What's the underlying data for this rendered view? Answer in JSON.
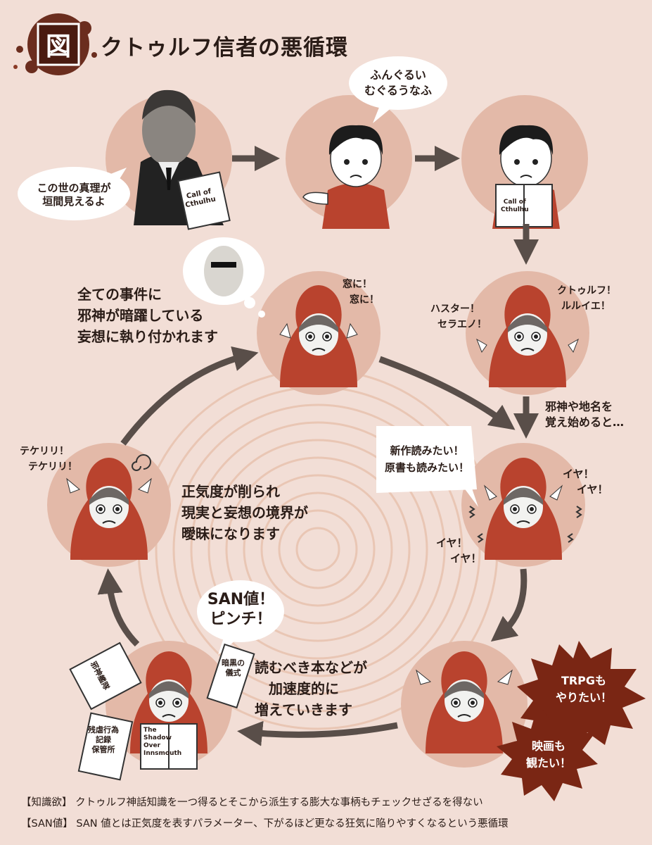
{
  "header": {
    "badge": "図",
    "title": "クトゥルフ信者の悪循環"
  },
  "bubbles": {
    "truth": [
      "この世の真理が",
      "垣間見えるよ"
    ],
    "chant": [
      "ふんぐるい",
      "むぐるうなふ"
    ],
    "newwork": [
      "新作読みたい！",
      "原書も読みたい！"
    ],
    "san": [
      "SAN値！",
      "ピンチ！"
    ],
    "trpg": [
      "TRPGも",
      "やりたい！"
    ],
    "movie": [
      "映画も",
      "観たい！"
    ]
  },
  "shouts": {
    "window": [
      "窓に！",
      "窓に！"
    ],
    "hastur": [
      "ハスター！",
      "セラエノ！"
    ],
    "cthulhu": [
      "クトゥルフ！",
      "ルルイエ！"
    ],
    "tekeli": [
      "テケリリ！",
      "テケリリ！"
    ],
    "iya_right": [
      "イヤ！",
      "イヤ！"
    ],
    "iya_left": [
      "イヤ！",
      "イヤ！"
    ]
  },
  "captions": {
    "delusion": [
      "全ての事件に",
      "邪神が暗躍している",
      "妄想に執り付かれます"
    ],
    "sanity": [
      "正気度が削られ",
      "現実と妄想の境界が",
      "曖昧になります"
    ],
    "books": [
      "読むべき本などが",
      "加速度的に",
      "増えていきます"
    ],
    "memorize": [
      "邪神や地名を",
      "覚え始めると…"
    ]
  },
  "book_titles": {
    "call1": [
      "Call of",
      "Cthulhu"
    ],
    "call2": [
      "Call of",
      "Cthulhu"
    ],
    "shadow": [
      "The",
      "Shadow",
      "Over",
      "Innsmouth"
    ],
    "jashin": "邪神艦隊",
    "ankoku": [
      "暗黒の",
      "儀式"
    ],
    "zanko": [
      "残虐行為",
      "記録",
      "保管所"
    ]
  },
  "footer": {
    "line1_tag": "【知識欲】",
    "line1_text": "クトゥルフ神話知識を一つ得るとそこから派生する膨大な事柄もチェックせざるを得ない",
    "line2_tag": "【SAN値】",
    "line2_text": "SAN 値とは正気度を表すパラメーター、下がるほど更なる狂気に陥りやすくなるという悪循環"
  },
  "colors": {
    "bg": "#f2ded6",
    "circle": "#e3b9a8",
    "hood": "#b9432e",
    "arrow": "#594e49",
    "badge": "#5a2417",
    "ring": "#e9c6b4",
    "burst": "#7a2614"
  }
}
